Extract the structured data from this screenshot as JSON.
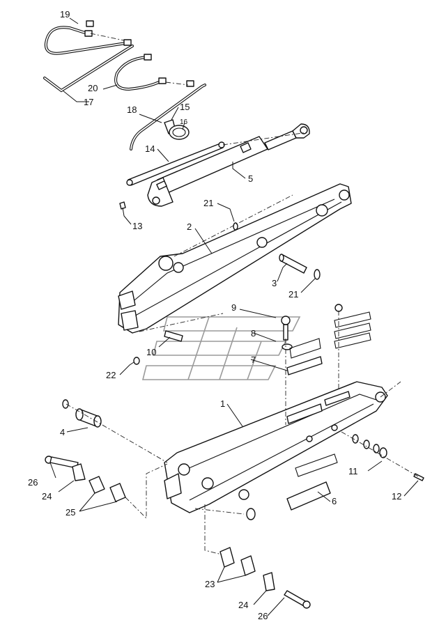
{
  "diagram": {
    "callouts": [
      {
        "id": "c19",
        "label": "19"
      },
      {
        "id": "c17",
        "label": "17"
      },
      {
        "id": "c20",
        "label": "20"
      },
      {
        "id": "c18",
        "label": "18"
      },
      {
        "id": "c15",
        "label": "15"
      },
      {
        "id": "c16",
        "label": "16"
      },
      {
        "id": "c14",
        "label": "14"
      },
      {
        "id": "c5",
        "label": "5"
      },
      {
        "id": "c13",
        "label": "13"
      },
      {
        "id": "c21a",
        "label": "21"
      },
      {
        "id": "c2",
        "label": "2"
      },
      {
        "id": "c3",
        "label": "3"
      },
      {
        "id": "c21b",
        "label": "21"
      },
      {
        "id": "c9",
        "label": "9"
      },
      {
        "id": "c8",
        "label": "8"
      },
      {
        "id": "c10",
        "label": "10"
      },
      {
        "id": "c7",
        "label": "7"
      },
      {
        "id": "c22",
        "label": "22"
      },
      {
        "id": "c1",
        "label": "1"
      },
      {
        "id": "c4",
        "label": "4"
      },
      {
        "id": "c26a",
        "label": "26"
      },
      {
        "id": "c24a",
        "label": "24"
      },
      {
        "id": "c25",
        "label": "25"
      },
      {
        "id": "c11",
        "label": "11"
      },
      {
        "id": "c6",
        "label": "6"
      },
      {
        "id": "c12",
        "label": "12"
      },
      {
        "id": "c23",
        "label": "23"
      },
      {
        "id": "c24b",
        "label": "24"
      },
      {
        "id": "c26b",
        "label": "26"
      }
    ]
  }
}
